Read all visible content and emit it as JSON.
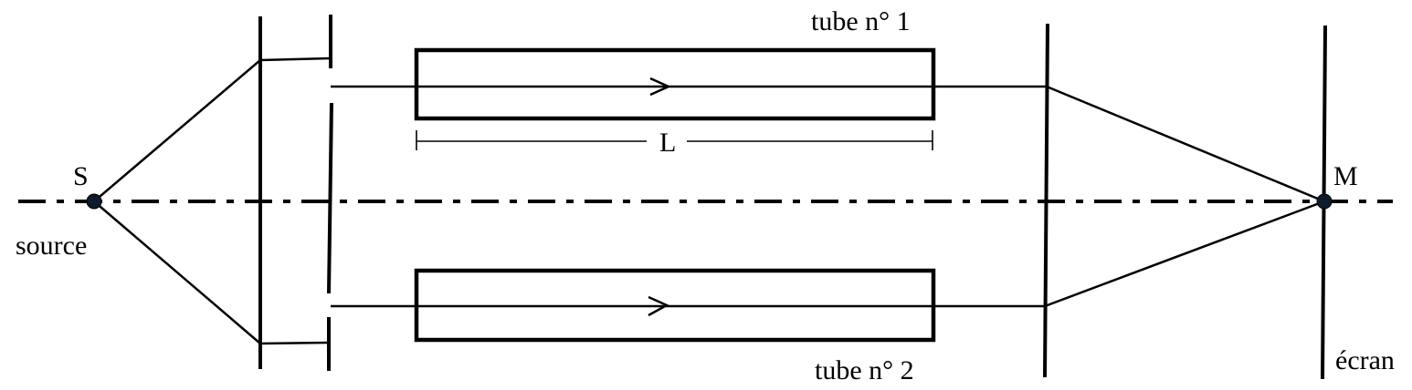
{
  "labels": {
    "source_point": "S",
    "source_text": "source",
    "tube1": "tube n° 1",
    "tube2": "tube n° 2",
    "length": "L",
    "point_m": "M",
    "screen": "écran"
  },
  "colors": {
    "ink": "#000000",
    "point_fill": "#0d1b2a",
    "background": "#ffffff"
  }
}
